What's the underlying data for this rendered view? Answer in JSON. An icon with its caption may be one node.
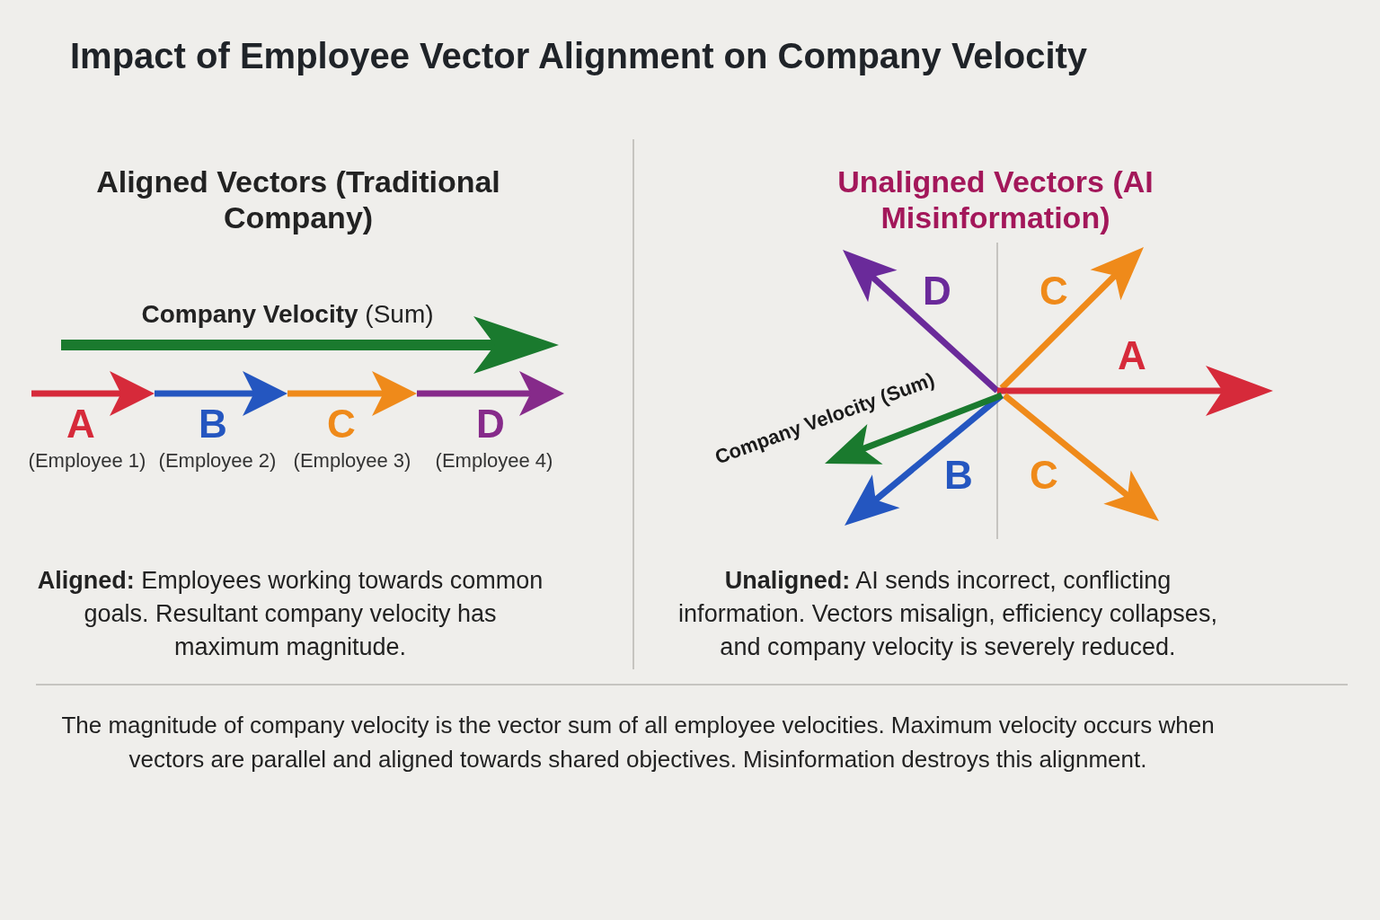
{
  "diagram": {
    "title": "Impact of Employee Vector Alignment on Company Velocity",
    "caption": "The magnitude of company velocity is the vector sum of all employee velocities. Maximum velocity occurs when vectors are parallel and aligned towards shared objectives. Misinformation destroys this alignment.",
    "labels": [
      "Aligned Vectors (Traditional Company)",
      "Unaligned Vectors (AI Misinformation)",
      "**Company Velocity** (Sum)",
      "A",
      "(Employee 1)",
      "B",
      "(Employee 2)",
      "C",
      "(Employee 3)",
      "D",
      "(Employee 4)",
      "D",
      "C",
      "A",
      "Company Velocity (Sum)",
      "B",
      "C",
      "**Aligned:** Employees working towards common goals. Resultant company velocity has maximum magnitude.",
      "**Unaligned:** AI sends incorrect, conflicting information. Vectors misalign, efficiency collapses, and company velocity is severely reduced."
    ]
  }
}
